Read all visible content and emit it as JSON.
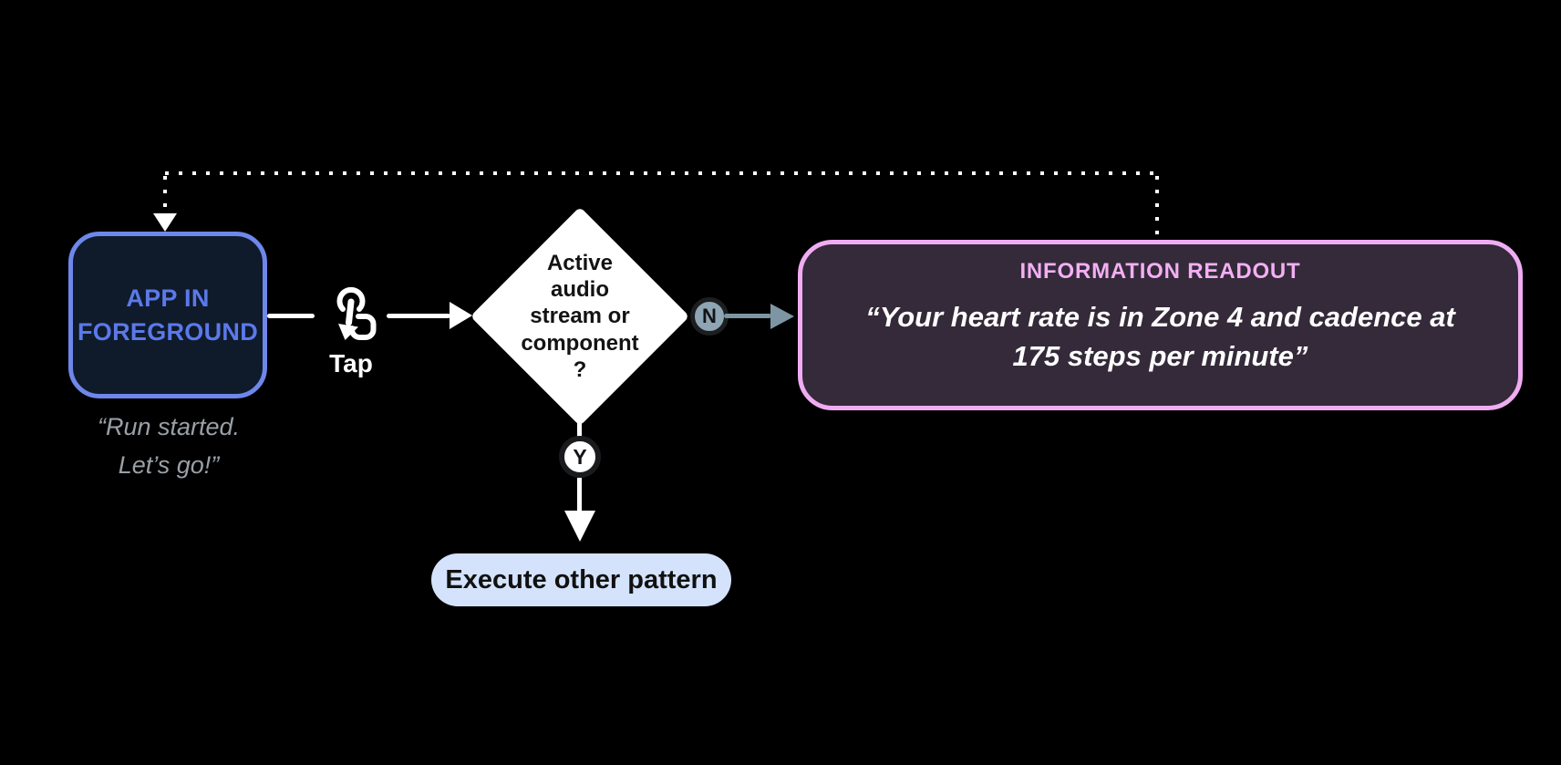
{
  "diagram": {
    "app_node": {
      "label": "APP IN\nFOREGROUND",
      "caption": "“Run started.\nLet’s go!”",
      "fill": "#0f1a2b",
      "border_color": "#6e87ea",
      "label_color": "#5b79ea",
      "caption_color": "#9aa0a6"
    },
    "tap_connector": {
      "label": "Tap",
      "icon": "tap-gesture-icon",
      "color": "#ffffff"
    },
    "decision_node": {
      "label": "Active\naudio\nstream or\ncomponent\n?",
      "fill": "#ffffff",
      "text_color": "#131313"
    },
    "branch_no": {
      "label": "N",
      "circle_fill": "#8ea5b3",
      "ring_color": "#1d1e20",
      "arrow_color": "#7e96a3"
    },
    "branch_yes": {
      "label": "Y",
      "circle_fill": "#ffffff",
      "ring_color": "#1a1b1d",
      "arrow_color": "#ffffff"
    },
    "readout_node": {
      "title": "INFORMATION READOUT",
      "quote": "“Your heart rate is in Zone 4 and cadence at\n175 steps per minute”",
      "fill": "#342a39",
      "border_color": "#f0acf2",
      "title_color": "#f3aff4",
      "quote_color": "#ffffff"
    },
    "other_pattern_node": {
      "label": "Execute other pattern",
      "fill": "#d4e2fc",
      "text_color": "#111111"
    },
    "loop_connector": {
      "style": "dotted",
      "color": "#ffffff"
    },
    "background": "#000000"
  }
}
